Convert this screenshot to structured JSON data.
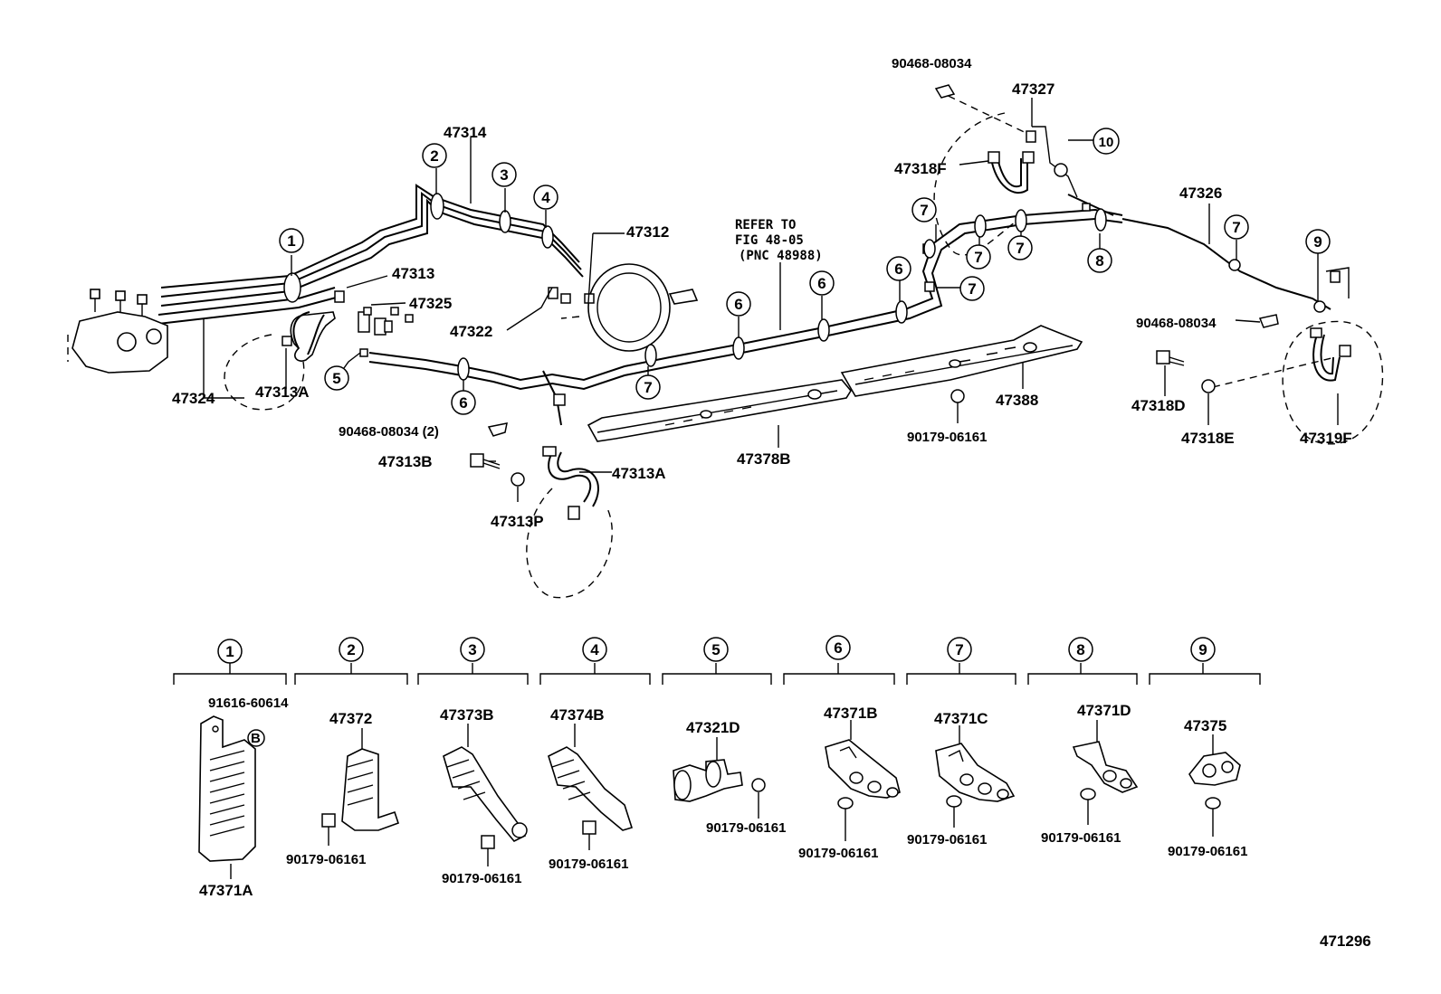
{
  "labels": {
    "p47314": "47314",
    "p47312": "47312",
    "p47313": "47313",
    "p47325": "47325",
    "p47322": "47322",
    "p47324": "47324",
    "p47313A_top": "47313A",
    "p47313A_mid": "47313A",
    "p47313B": "47313B",
    "p47313P": "47313P",
    "p90468_mid": "90468-08034 (2)",
    "p90468_top": "90468-08034",
    "p90468_right": "90468-08034",
    "p47327": "47327",
    "p47318F": "47318F",
    "p47326": "47326",
    "p47318D": "47318D",
    "p47318E": "47318E",
    "p47319F": "47319F",
    "p47388": "47388",
    "p47378B": "47378B",
    "p90179_mid": "90179-06161",
    "refer1": "REFER TO",
    "refer2": "FIG 48-05",
    "refer3": "(PNC 48988)",
    "fig_no": "471296"
  },
  "callouts": {
    "c1": "1",
    "c2": "2",
    "c3": "3",
    "c4": "4",
    "c5": "5",
    "c6a": "6",
    "c6b": "6",
    "c6c": "6",
    "c6d": "6",
    "c7a": "7",
    "c7b": "7",
    "c7c": "7",
    "c7d": "7",
    "c7e": "7",
    "c7f": "7",
    "c8": "8",
    "c9": "9",
    "c10": "10"
  },
  "legend": [
    {
      "num": "1",
      "parts": [
        "91616-60614",
        "47371A"
      ],
      "badge": "B"
    },
    {
      "num": "2",
      "parts": [
        "47372",
        "90179-06161"
      ]
    },
    {
      "num": "3",
      "parts": [
        "47373B",
        "90179-06161"
      ]
    },
    {
      "num": "4",
      "parts": [
        "47374B",
        "90179-06161"
      ]
    },
    {
      "num": "5",
      "parts": [
        "47321D",
        "90179-06161"
      ]
    },
    {
      "num": "6",
      "parts": [
        "47371B",
        "90179-06161"
      ]
    },
    {
      "num": "7",
      "parts": [
        "47371C",
        "90179-06161"
      ]
    },
    {
      "num": "8",
      "parts": [
        "47371D",
        "90179-06161"
      ]
    },
    {
      "num": "9",
      "parts": [
        "47375",
        "90179-06161"
      ]
    }
  ]
}
